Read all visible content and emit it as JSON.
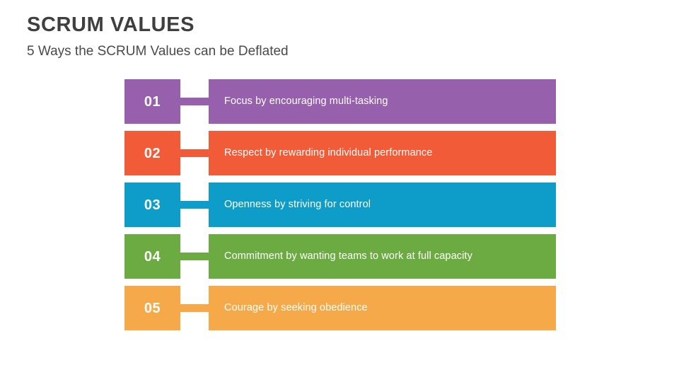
{
  "header": {
    "title": "SCRUM VALUES",
    "subtitle": "5 Ways the SCRUM Values can be Deflated",
    "title_color": "#3f3f3f",
    "subtitle_color": "#4a4a4a"
  },
  "background_color": "#ffffff",
  "chart_data": {
    "type": "bar",
    "title": "SCRUM VALUES",
    "subtitle": "5 Ways the SCRUM Values can be Deflated",
    "xlabel": "",
    "ylabel": "",
    "grid": false,
    "legend": "none",
    "orientation": "horizontal",
    "categories": [
      "01",
      "02",
      "03",
      "04",
      "05"
    ],
    "labels": [
      "Focus by encouraging multi-tasking",
      "Respect by rewarding individual performance",
      "Openness by striving for control",
      "Commitment by wanting teams to work at full capacity",
      "Courage by seeking obedience"
    ],
    "values": [
      1,
      1,
      1,
      1,
      1
    ],
    "colors": [
      "#9660AD",
      "#F15B38",
      "#0E9DC9",
      "#6CAB42",
      "#F5A949"
    ]
  },
  "rows": [
    {
      "number": "01",
      "text": "Focus by encouraging multi-tasking",
      "color": "#9660AD"
    },
    {
      "number": "02",
      "text": "Respect by rewarding individual performance",
      "color": "#F15B38"
    },
    {
      "number": "03",
      "text": "Openness by striving for control",
      "color": "#0E9DC9"
    },
    {
      "number": "04",
      "text": "Commitment by wanting teams to work at full capacity",
      "color": "#6CAB42"
    },
    {
      "number": "05",
      "text": "Courage by seeking obedience",
      "color": "#F5A949"
    }
  ]
}
